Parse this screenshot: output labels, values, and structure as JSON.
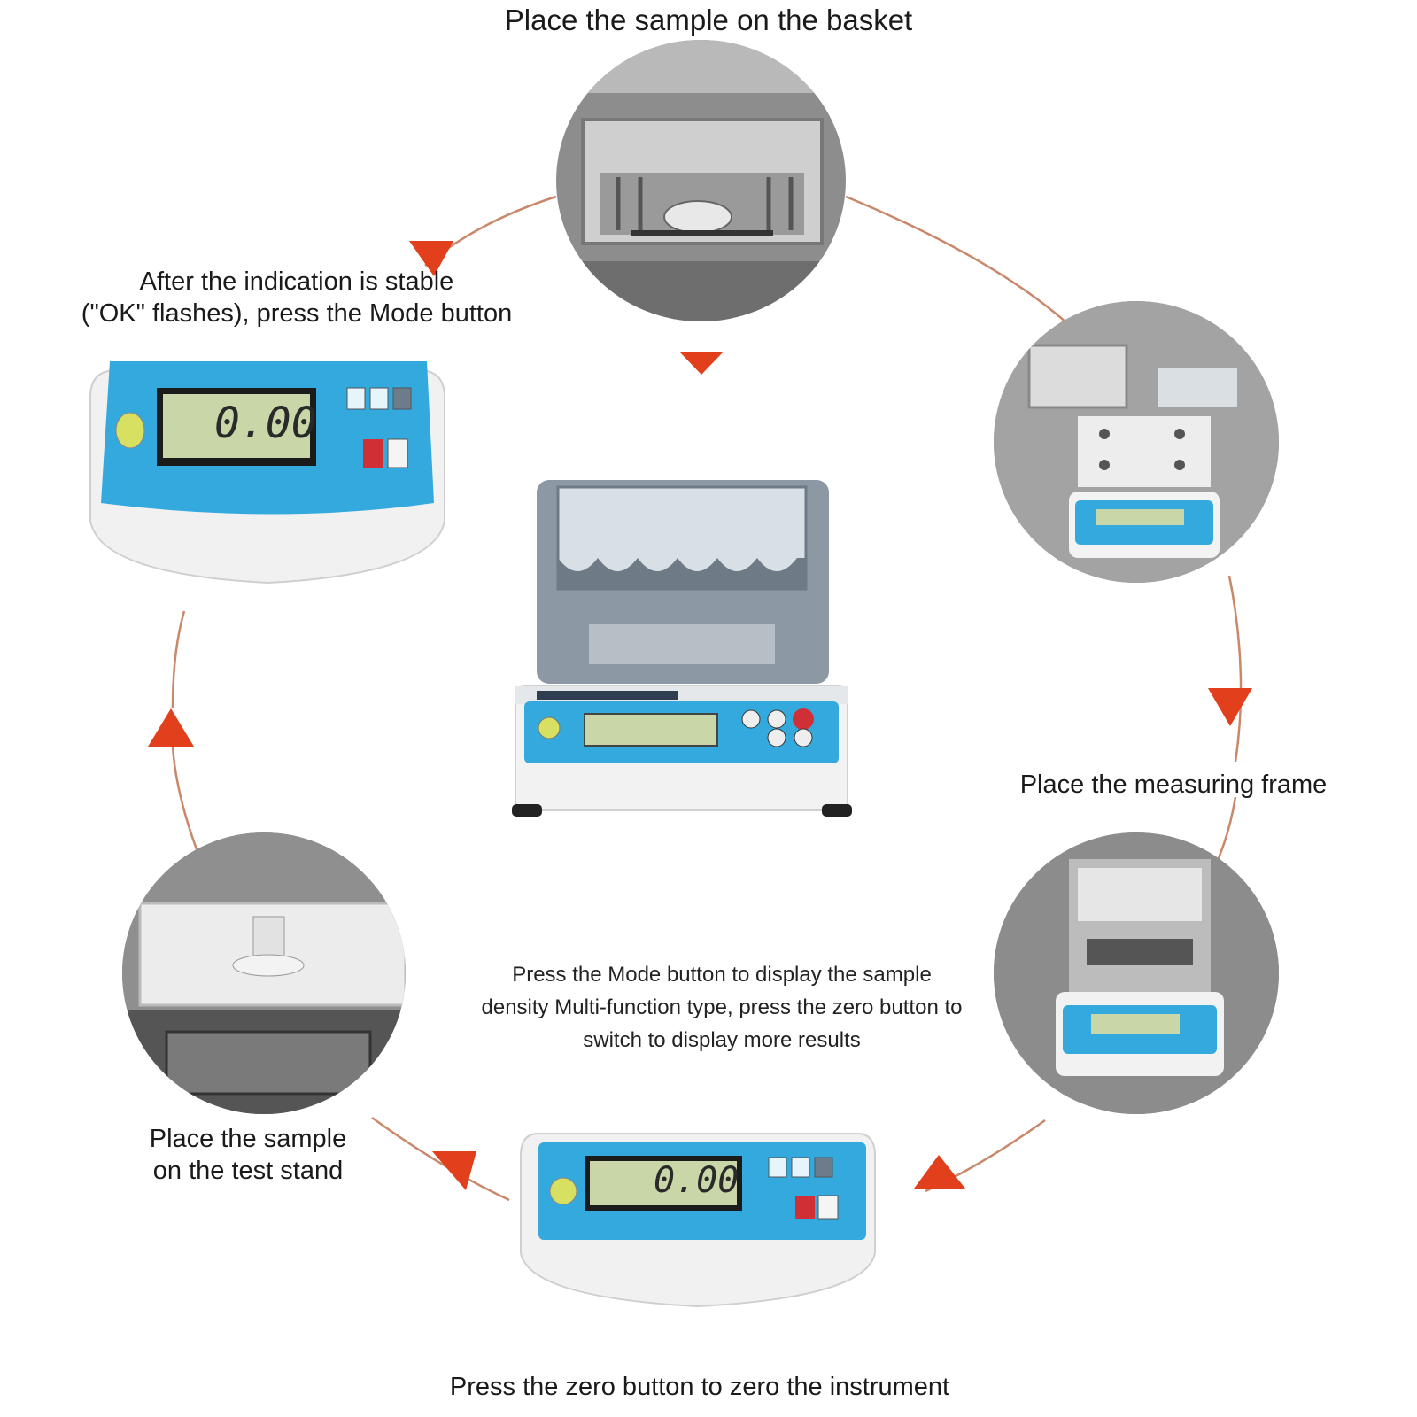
{
  "labels": {
    "top": "Place the sample on the basket",
    "left_line1": "After the indication is stable",
    "left_line2": "(\"OK\" flashes), press the Mode button",
    "right": "Place the measuring frame",
    "bottom_left_line1": "Place the sample",
    "bottom_left_line2": "on the test stand",
    "center_line1": "Press the Mode button to display the sample",
    "center_line2": "density Multi-function type, press the zero button to",
    "center_line3": "switch to display more results",
    "bottom": "Press the zero button to zero the instrument"
  },
  "displays": {
    "left_lcd": "0.00",
    "bottom_lcd": "0.00"
  },
  "colors": {
    "arrow": "#e2401c",
    "arc": "#c9886a",
    "panel_blue": "#33a9dd",
    "lcd_green": "#c8d6a8"
  }
}
